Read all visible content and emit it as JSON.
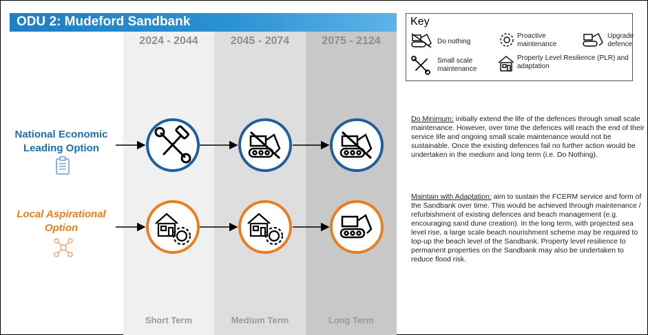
{
  "title": "ODU 2: Mudeford Sandbank",
  "periods": [
    "2024 - 2044",
    "2045 - 2074",
    "2075 - 2124"
  ],
  "terms": [
    "Short Term",
    "Medium Term",
    "Long Term"
  ],
  "options": [
    {
      "label": "National Economic Leading Option",
      "color": "#1f6eb0"
    },
    {
      "label": "Local Aspirational Option",
      "color": "#e67e22"
    }
  ],
  "key": {
    "title": "Key",
    "items": {
      "do_nothing": "Do nothing",
      "proactive": "Proactive maintenance",
      "upgrade": "Upgrade defence",
      "small_scale": "Small scale maintenance",
      "plr": "Property Level Resilience (PLR) and adaptation"
    }
  },
  "descriptions": [
    {
      "heading": "Do Minimum:",
      "text": " initially extend the life of the defences through small scale maintenance. However, over time the defences will reach the end of their service life and ongoing small scale maintenance would not be sustainable. Once the existing defences fail no further action would be undertaken in the medium and long term (i.e. Do Nothing)."
    },
    {
      "heading": "Maintain with Adaptation:",
      "text": " aim to sustain the FCERM service and form of the Sandbank over time. This would be achieved through maintenance / refurbishment of existing defences and beach management (e.g. encouraging sand dune creation). In the long term, with projected sea level rise, a large scale beach nourishment scheme may be required to top-up the beach level of the Sandbank. Property level resilience to permanent properties on the Sandbank may also be undertaken to reduce flood risk."
    }
  ],
  "colors": {
    "blue": "#1f5f9e",
    "orange": "#e67e22",
    "title_bar": "#2a90d2"
  }
}
